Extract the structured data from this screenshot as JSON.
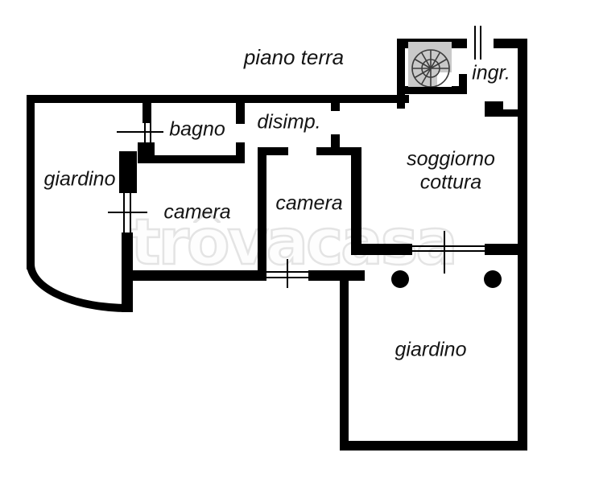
{
  "plan": {
    "floor_title": "piano terra",
    "rooms": [
      {
        "name": "giardino-left",
        "label": "giardino"
      },
      {
        "name": "bagno",
        "label": "bagno"
      },
      {
        "name": "disimpegno",
        "label": "disimp."
      },
      {
        "name": "ingresso",
        "label": "ingr."
      },
      {
        "name": "camera-left",
        "label": "camera"
      },
      {
        "name": "camera-center",
        "label": "camera"
      },
      {
        "name": "soggiorno-cottura",
        "label_line1": "soggiorno",
        "label_line2": "cottura"
      },
      {
        "name": "giardino-bottom",
        "label": "giardino"
      }
    ],
    "watermark": {
      "brand": "trovacasa",
      "part_pre": "tr",
      "part_o": "o",
      "part_post": "vacasa"
    },
    "symbols": {
      "staircase_icon": "spiral-staircase",
      "window_symbol": "double-line-window",
      "column_symbol": "round-column"
    },
    "colors": {
      "wall": "#000000",
      "label_text": "#141414",
      "watermark_stroke": "#e4e4e4",
      "staircase_fill": "#c9c9c9",
      "staircase_stroke": "#3c3c3c",
      "background": "#ffffff"
    }
  }
}
